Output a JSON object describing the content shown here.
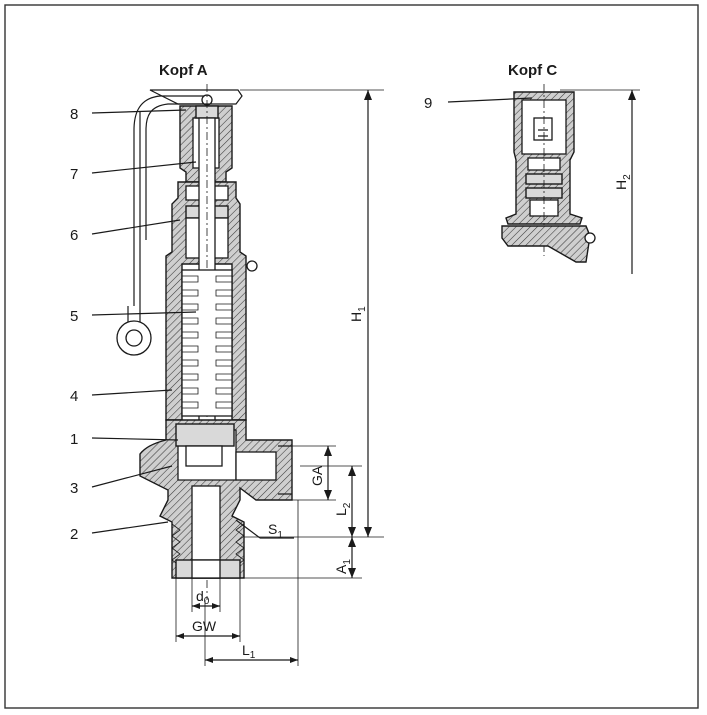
{
  "headings": {
    "head_a": "Kopf A",
    "head_c": "Kopf C"
  },
  "callouts": [
    "8",
    "7",
    "6",
    "5",
    "4",
    "1",
    "3",
    "2",
    "9"
  ],
  "dimensions": {
    "h1_main": "H",
    "h1_sub": "1",
    "h2_main": "H",
    "h2_sub": "2",
    "ga": "GA",
    "l2_main": "L",
    "l2_sub": "2",
    "a1_main": "A",
    "a1_sub": "1",
    "s1_main": "S",
    "s1_sub": "1",
    "d0_main": "d",
    "d0_sub": "0",
    "gw": "GW",
    "l1_main": "L",
    "l1_sub": "1"
  }
}
